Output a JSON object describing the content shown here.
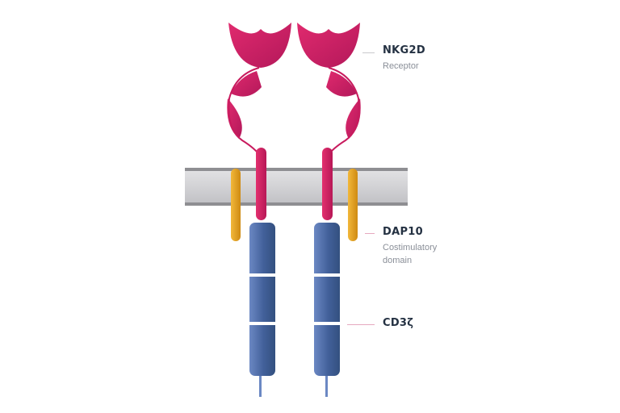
{
  "labels": {
    "nkg2d": {
      "title": "NKG2D",
      "subtitle": "Receptor"
    },
    "dap10": {
      "title": "DAP10",
      "subtitle_line1": "Costimulatory",
      "subtitle_line2": "domain"
    },
    "cd3z": {
      "title": "CD3ζ"
    }
  },
  "colors": {
    "receptor": "#d21f63",
    "receptor_dark": "#a3164c",
    "dap10": "#e7a21c",
    "cd3z": "#3f5d96",
    "cd3z_light": "#6b88c3",
    "membrane": "#cfcfd2",
    "membrane_edge": "#8e8e92",
    "leader_line": "#e6a9bf",
    "label_title": "#243142",
    "label_sub": "#8a8f98"
  },
  "icons": [
    "nkg2d-receptor-icon",
    "dap10-domain-icon",
    "cd3z-domain-icon",
    "cell-membrane-icon"
  ]
}
